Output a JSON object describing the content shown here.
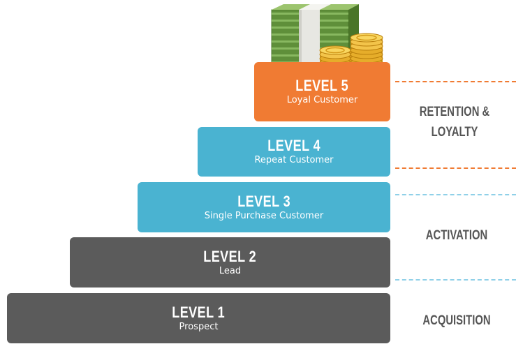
{
  "levels": [
    {
      "title": "LEVEL 5",
      "subtitle": "Loyal Customer",
      "color": "#f07b33"
    },
    {
      "title": "LEVEL 4",
      "subtitle": "Repeat Customer",
      "color": "#4ab3d1"
    },
    {
      "title": "LEVEL 3",
      "subtitle": "Single Purchase Customer",
      "color": "#4ab3d1"
    },
    {
      "title": "LEVEL 2",
      "subtitle": "Lead",
      "color": "#5b5b5b"
    },
    {
      "title": "LEVEL 1",
      "subtitle": "Prospect",
      "color": "#5b5b5b"
    }
  ],
  "stages": {
    "retention": {
      "line1": "RETENTION &",
      "line2": "LOYALTY"
    },
    "activation": "ACTIVATION",
    "acquisition": "ACQUISITION"
  },
  "divider_colors": [
    "#f07b33",
    "#f07b33",
    "#8fd0e8",
    "#8fd0e8"
  ],
  "stage_text_color": "#555555",
  "illustration": "money-stack-and-coins"
}
